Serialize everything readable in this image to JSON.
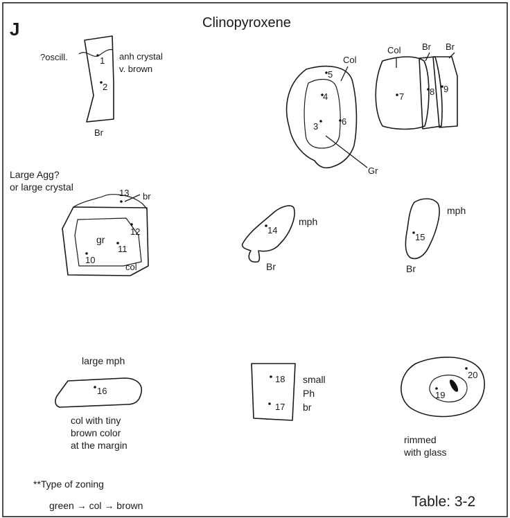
{
  "panel_letter": "J",
  "title": "Clinopyroxene",
  "grains": [
    {
      "id": "g1",
      "labels": [
        "?oscill.",
        "anh crystal",
        "v. brown",
        "Br"
      ],
      "points": [
        "1",
        "2"
      ]
    },
    {
      "id": "g2",
      "labels": [
        "Col",
        "Gr"
      ],
      "points": [
        "5",
        "4",
        "3",
        "6"
      ]
    },
    {
      "id": "g3",
      "labels": [
        "Col",
        "Br",
        "Br"
      ],
      "points": [
        "7",
        "8",
        "9"
      ]
    },
    {
      "id": "g4",
      "labels": [
        "Large Agg?",
        "or large crystal",
        "br",
        "gr",
        "col"
      ],
      "points": [
        "13",
        "12",
        "11",
        "10"
      ]
    },
    {
      "id": "g5",
      "labels": [
        "mph",
        "Br"
      ],
      "points": [
        "14"
      ]
    },
    {
      "id": "g6",
      "labels": [
        "mph",
        "Br"
      ],
      "points": [
        "15"
      ]
    },
    {
      "id": "g7",
      "labels": [
        "large mph",
        "col with tiny",
        "brown color",
        "at the margin"
      ],
      "points": [
        "16"
      ]
    },
    {
      "id": "g8",
      "labels": [
        "small",
        "Ph",
        "br"
      ],
      "points": [
        "18",
        "17"
      ]
    },
    {
      "id": "g9",
      "labels": [
        "rimmed",
        "with glass"
      ],
      "points": [
        "19",
        "20"
      ]
    }
  ],
  "footnote": {
    "line1": "**Type of zoning",
    "line2": "green → col → brown"
  },
  "table_ref": "Table: 3-2",
  "colors": {
    "ink": "#1a1a1a",
    "frame": "#222222",
    "background": "#ffffff"
  }
}
